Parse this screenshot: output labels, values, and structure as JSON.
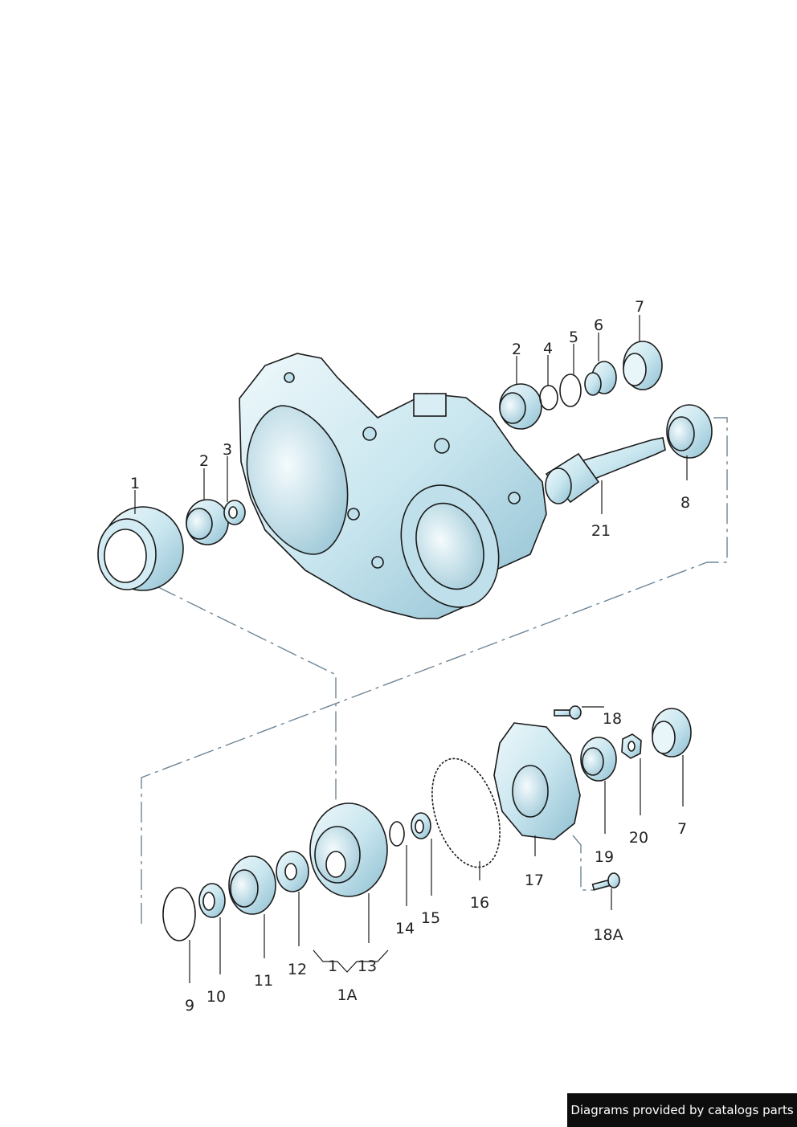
{
  "colors": {
    "part_fill": "#c9e6ef",
    "part_shade": "#9fc9d8",
    "outline": "#1a1a1a",
    "centerline": "#6f8595",
    "footer_bg": "#0d0d0d",
    "footer_text": "#ffffff"
  },
  "callouts": {
    "c1": "1",
    "c2a": "2",
    "c3": "3",
    "c2b": "2",
    "c4": "4",
    "c5": "5",
    "c6": "6",
    "c7a": "7",
    "c8": "8",
    "c21": "21",
    "c18": "18",
    "c7b": "7",
    "c20": "20",
    "c19": "19",
    "c17": "17",
    "c16": "16",
    "c15": "15",
    "c14": "14",
    "c13": "13",
    "c1b": "1",
    "c1A": "1A",
    "c12": "12",
    "c11": "11",
    "c10": "10",
    "c9": "9",
    "c18A": "18A"
  },
  "footer": {
    "text": "Diagrams provided by catalogs parts"
  }
}
